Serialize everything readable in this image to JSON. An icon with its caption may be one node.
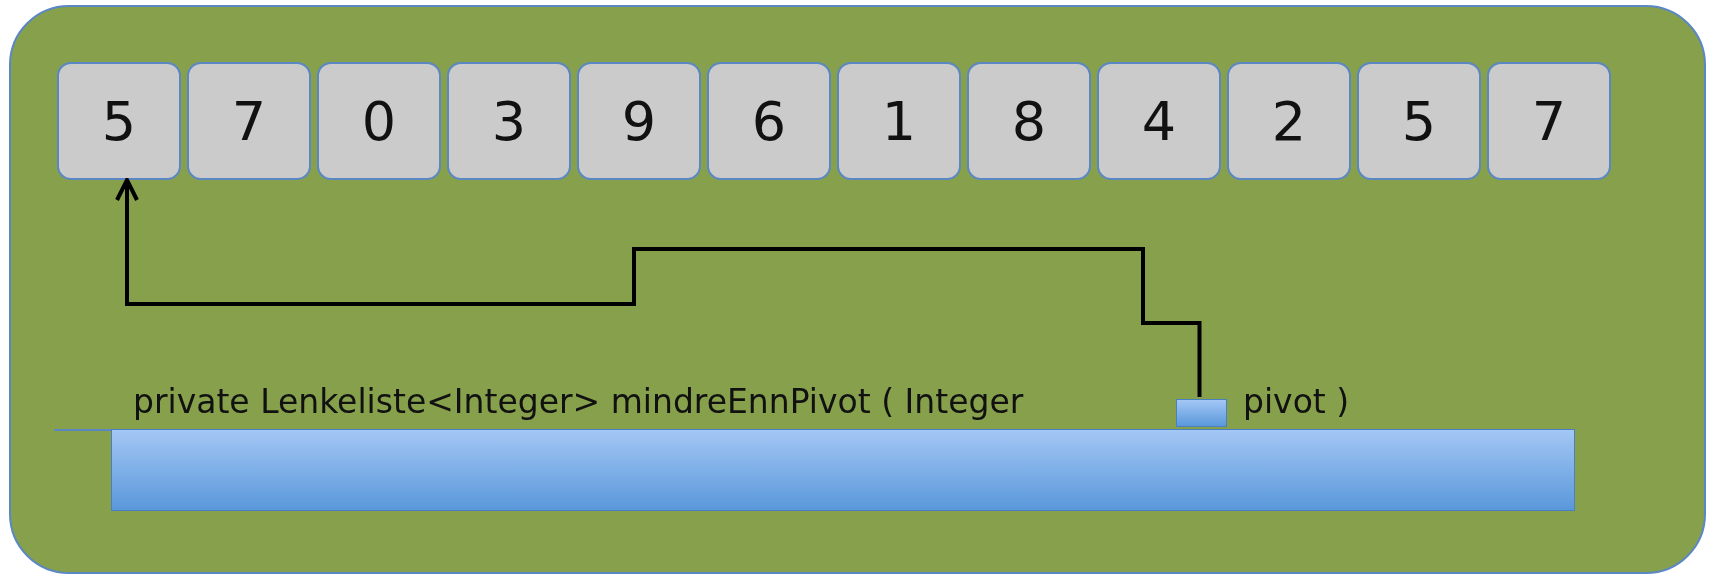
{
  "diagram": {
    "nodes": [
      {
        "text": [],
        "shape": "box"
      },
      {
        "text": [
          "5"
        ],
        "in": 0
      },
      {
        "text": [
          "7"
        ],
        "in": 0
      },
      {
        "text": [
          "0"
        ],
        "in": 0
      },
      {
        "text": [
          "3"
        ],
        "in": 0
      },
      {
        "text": [
          "9"
        ],
        "in": 0
      },
      {
        "text": [
          "6"
        ],
        "in": 0
      },
      {
        "text": [
          "1"
        ],
        "in": 0
      },
      {
        "text": [
          "8"
        ],
        "in": 0
      },
      {
        "text": [
          "4"
        ],
        "in": 0
      },
      {
        "text": [
          "2"
        ],
        "in": 0
      },
      {
        "text": [
          "5"
        ],
        "in": 0
      },
      {
        "text": [
          "7"
        ],
        "in": 0
      },
      {
        "text": [
          "private Lenkeliste<Integer> mindreEnnPivot ( Integer",
          "pivot )"
        ],
        "in": 0
      },
      {
        "text": [],
        "shape": "box",
        "in": 0
      }
    ],
    "edges": [
      {
        "from": 14,
        "to": 1,
        "arrow": "to"
      }
    ]
  }
}
